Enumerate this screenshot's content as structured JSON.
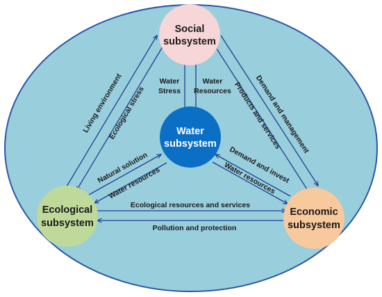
{
  "nodes": {
    "social": {
      "line1": "Social",
      "line2": "subsystem",
      "fill": "#f6d6d6",
      "text_color": "#1a1a1a"
    },
    "water": {
      "line1": "Water",
      "line2": "subsystem",
      "fill": "#0b6fc5",
      "text_color": "#ffffff"
    },
    "ecological": {
      "line1": "Ecological",
      "line2": "subsystem",
      "fill": "#bfd99a",
      "text_color": "#1a1a1a"
    },
    "economic": {
      "line1": "Economic",
      "line2": "subsystem",
      "fill": "#f8c99c",
      "text_color": "#1a1a1a"
    }
  },
  "edges": {
    "water_stress": {
      "line1": "Water",
      "line2": "Stress"
    },
    "water_resources_social": {
      "line1": "Water",
      "line2": "Resources"
    },
    "living_environment": "Living environment",
    "ecological_stress": "Ecological stress",
    "demand_and_management": "Demand and management",
    "products_and_services": "Products and services",
    "natural_solution": "Natural solution",
    "water_resources_eco": "Water resources",
    "demand_and_invest": "Demand and invest",
    "water_resources_econ": "Water resources",
    "ecological_resources_and_services": "Ecological  resources and services",
    "pollution_and_protection": "Pollution and protection"
  },
  "colors": {
    "background_ellipse": "#99cedd",
    "ellipse_border": "#2c56a4",
    "arrow": "#1f3f8f"
  }
}
